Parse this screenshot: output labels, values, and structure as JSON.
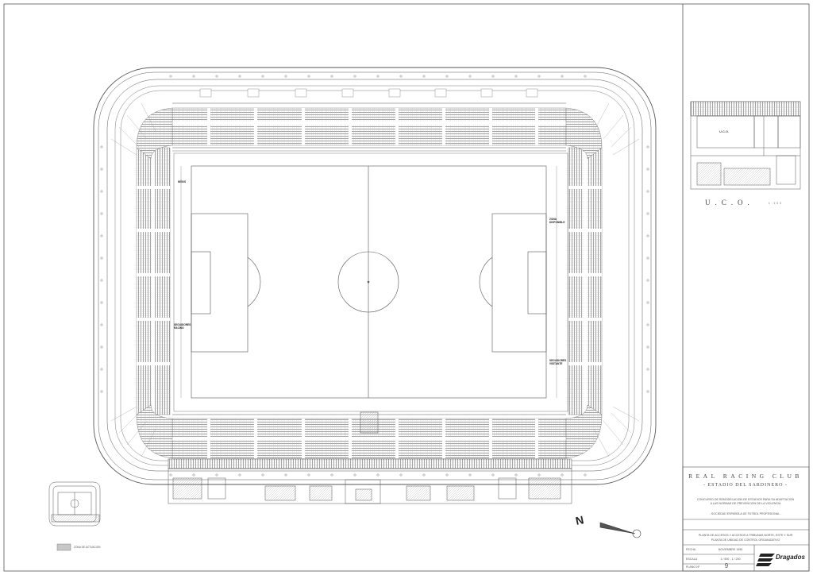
{
  "title_block": {
    "club": "REAL RACING CLUB",
    "stadium": "- ESTADIO DEL SARDINERO -",
    "project_line1": "CONCURSO DE REMODELACION DE ESTADIOS PARA SU ADAPTACION",
    "project_line2": "A LAS NORMAS DE PREVENCION DE LA VIOLENCIA",
    "league": "- SOCIEDAD ESPAÑOLA DE FUTBOL PROFESIONAL -",
    "drawing_line1": "PLANTA DE ACCESOS Y ACCESOS A TRIBUNAS NORTE, ESTE Y SUR",
    "drawing_line2": "PLANTA DE UNIDAD DE CONTROL ORGANIZATIVO",
    "date_label": "FECHA",
    "date_value": "NOVIEMBRE 1995",
    "scale_label": "ESCALA",
    "scale_value": "1 / 500 - 1 / 200",
    "plan_label": "PLANO Nº",
    "plan_number": "9",
    "company": "Dragados"
  },
  "uco": {
    "title": "U.C.O.",
    "inset_title": "U.C.O.",
    "scale_caption": "1:200"
  },
  "pitch_labels": {
    "ninos": "NIÑOS",
    "zona_line1": "ZONA",
    "zona_line2": "DISPONIBLE",
    "racing_line1": "SEGUIDORES",
    "racing_line2": "RACING",
    "visitante_line1": "SEGUIDORES",
    "visitante_line2": "VISITANTE"
  },
  "legend": {
    "swatch_label": "ZONA DE ACTUACION"
  },
  "north": {
    "letter": "N"
  },
  "colors": {
    "line": "#555555",
    "seat": "#9a9a9a",
    "swatch": "#c8c8c8"
  }
}
